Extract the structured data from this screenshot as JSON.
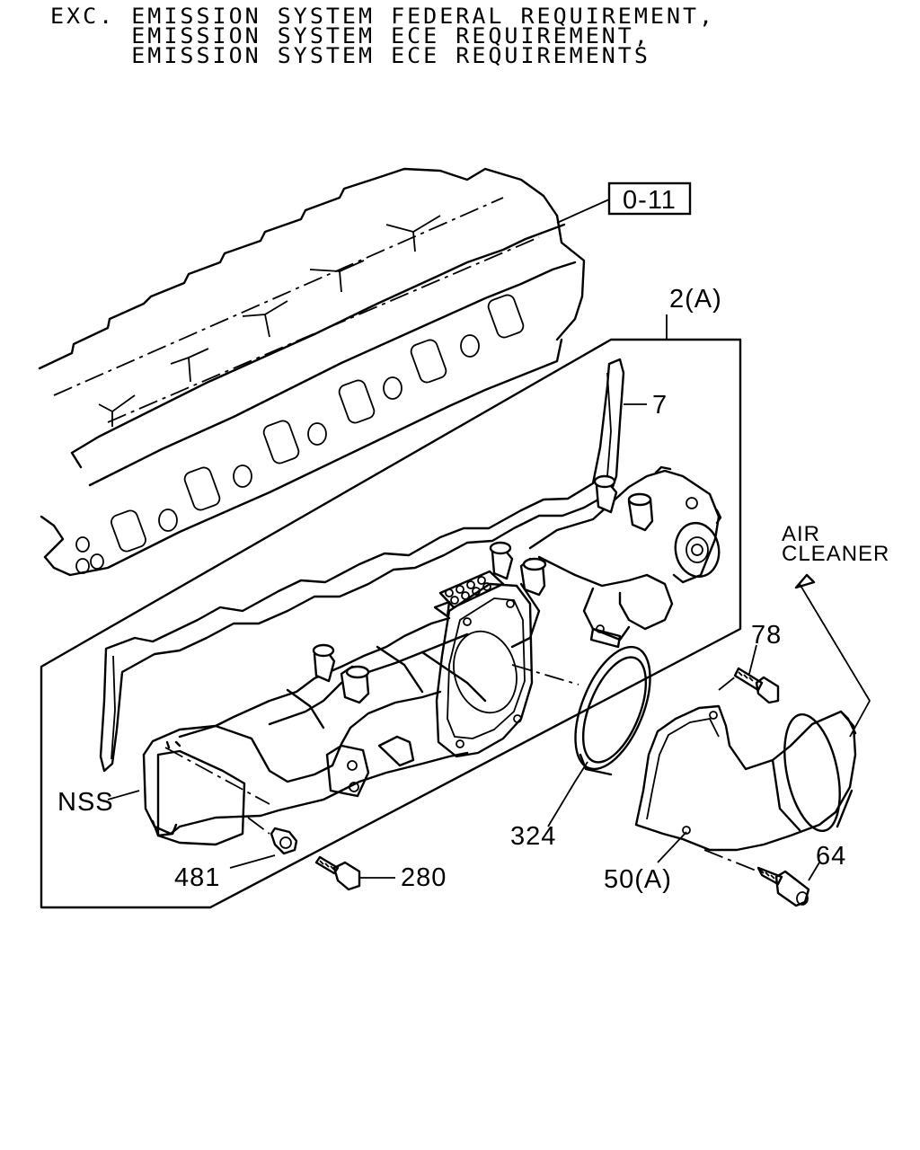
{
  "header": {
    "line1": "EXC. EMISSION SYSTEM FEDERAL REQUIREMENT,",
    "line2": "     EMISSION SYSTEM ECE REQUIREMENT,",
    "line3": "     EMISSION SYSTEM ECE REQUIREMENTS"
  },
  "reference_box": "0-11",
  "callouts": {
    "assembly": "2(A)",
    "gasket": "7",
    "air_cleaner_line1": "AIR",
    "air_cleaner_line2": "CLEANER",
    "bolt_78": "78",
    "nss": "NSS",
    "seal_324": "324",
    "plug_481": "481",
    "bolt_280": "280",
    "cover_50": "50(A)",
    "stud_64": "64"
  }
}
